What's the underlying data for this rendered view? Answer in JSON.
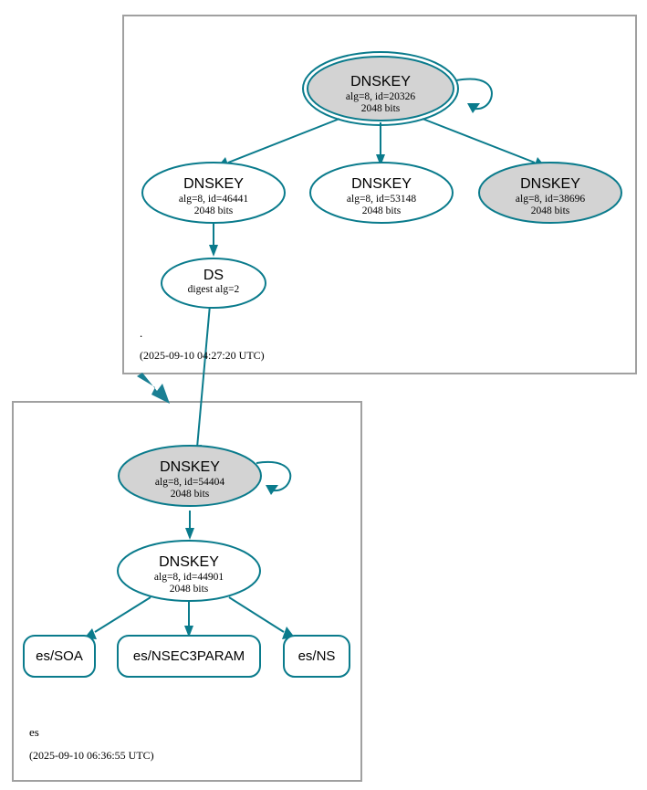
{
  "diagram": {
    "kind": "dnssec-authentication-chain",
    "colors": {
      "edge": "#0a7b8c",
      "node_stroke": "#0a7b8c",
      "secure_fill": "#d3d3d3",
      "plain_fill": "#ffffff",
      "zone_border": "#a0a0a0",
      "delegation_arrow": "#1a7f93",
      "text": "#000000",
      "background": "#ffffff"
    }
  },
  "zones": [
    {
      "id": "root",
      "name": ".",
      "timestamp": "(2025-09-10 04:27:20 UTC)",
      "nodes": [
        {
          "id": "root-ksk-20326",
          "type": "DNSKEY",
          "title": "DNSKEY",
          "params": "alg=8, id=20326",
          "size": "2048 bits",
          "fill": "grey",
          "double_ring": true,
          "self_signed": true
        },
        {
          "id": "root-zsk-46441",
          "type": "DNSKEY",
          "title": "DNSKEY",
          "params": "alg=8, id=46441",
          "size": "2048 bits",
          "fill": "white",
          "double_ring": false,
          "self_signed": false
        },
        {
          "id": "root-zsk-53148",
          "type": "DNSKEY",
          "title": "DNSKEY",
          "params": "alg=8, id=53148",
          "size": "2048 bits",
          "fill": "white",
          "double_ring": false,
          "self_signed": false
        },
        {
          "id": "root-zsk-38696",
          "type": "DNSKEY",
          "title": "DNSKEY",
          "params": "alg=8, id=38696",
          "size": "2048 bits",
          "fill": "grey",
          "double_ring": false,
          "self_signed": false
        },
        {
          "id": "root-ds",
          "type": "DS",
          "title": "DS",
          "params": "digest alg=2",
          "size": "",
          "fill": "white",
          "double_ring": false,
          "self_signed": false
        }
      ]
    },
    {
      "id": "es",
      "name": "es",
      "timestamp": "(2025-09-10 06:36:55 UTC)",
      "nodes": [
        {
          "id": "es-ksk-54404",
          "type": "DNSKEY",
          "title": "DNSKEY",
          "params": "alg=8, id=54404",
          "size": "2048 bits",
          "fill": "grey",
          "double_ring": false,
          "self_signed": true
        },
        {
          "id": "es-zsk-44901",
          "type": "DNSKEY",
          "title": "DNSKEY",
          "params": "alg=8, id=44901",
          "size": "2048 bits",
          "fill": "white",
          "double_ring": false,
          "self_signed": false
        }
      ],
      "rrsets": [
        {
          "id": "es-soa",
          "label": "es/SOA"
        },
        {
          "id": "es-nsec3param",
          "label": "es/NSEC3PARAM"
        },
        {
          "id": "es-ns",
          "label": "es/NS"
        }
      ]
    }
  ],
  "edges": [
    {
      "from": "root-ksk-20326",
      "to": "root-ksk-20326",
      "kind": "self-sign"
    },
    {
      "from": "root-ksk-20326",
      "to": "root-zsk-46441",
      "kind": "sign"
    },
    {
      "from": "root-ksk-20326",
      "to": "root-zsk-53148",
      "kind": "sign"
    },
    {
      "from": "root-ksk-20326",
      "to": "root-zsk-38696",
      "kind": "sign"
    },
    {
      "from": "root-zsk-46441",
      "to": "root-ds",
      "kind": "sign"
    },
    {
      "from": "root-ds",
      "to": "es-ksk-54404",
      "kind": "ds-to-dnskey"
    },
    {
      "from": "root",
      "to": "es",
      "kind": "delegation"
    },
    {
      "from": "es-ksk-54404",
      "to": "es-ksk-54404",
      "kind": "self-sign"
    },
    {
      "from": "es-ksk-54404",
      "to": "es-zsk-44901",
      "kind": "sign"
    },
    {
      "from": "es-zsk-44901",
      "to": "es-soa",
      "kind": "sign"
    },
    {
      "from": "es-zsk-44901",
      "to": "es-nsec3param",
      "kind": "sign"
    },
    {
      "from": "es-zsk-44901",
      "to": "es-ns",
      "kind": "sign"
    }
  ]
}
